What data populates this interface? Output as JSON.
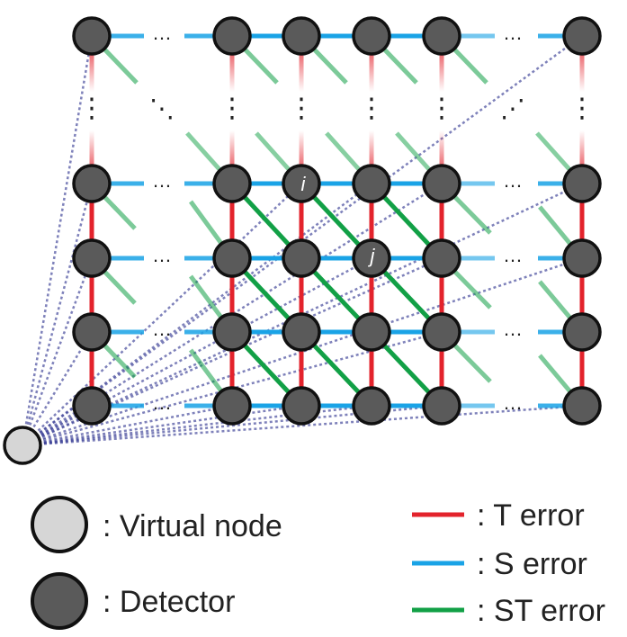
{
  "colors": {
    "t_error": "#e3232c",
    "s_error": "#1aa3e6",
    "st_error": "#12a046",
    "virtual_link": "#3a3f96",
    "detector_fill": "#5a5a5a",
    "virtual_fill": "#d6d6d6",
    "outline": "#111111"
  },
  "ellipsis": {
    "horizontal": "…",
    "vertical": "⋮",
    "diagonal": "⋱",
    "anti_diagonal": "⋰"
  },
  "node_labels": {
    "i": "i",
    "j": "j"
  },
  "legend": {
    "virtual_node": ": Virtual node",
    "detector": ": Detector",
    "t_error": ": T error",
    "s_error": ": S error",
    "st_error": ": ST error"
  }
}
